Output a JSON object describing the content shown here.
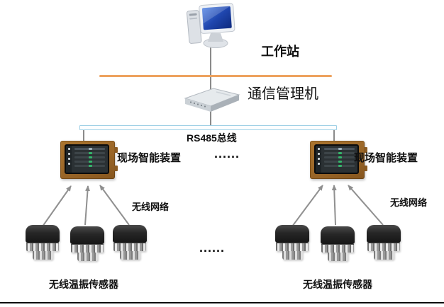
{
  "diagram": {
    "workstation": {
      "label": "工作站",
      "icon": "desktop-computer"
    },
    "comm_manager": {
      "label": "通信管理机",
      "icon": "gateway-device"
    },
    "bus": {
      "label": "RS485总线"
    },
    "field_devices": [
      {
        "label": "现场智能装置"
      },
      {
        "label": "现场智能装置"
      }
    ],
    "wireless_networks": [
      {
        "label": "无线网络"
      },
      {
        "label": "无线网络"
      }
    ],
    "sensor_groups": [
      {
        "label": "无线温振传感器",
        "sensor_count": 3
      },
      {
        "label": "无线温振传感器",
        "sensor_count": 3
      }
    ],
    "ellipsis_between_devices": "......",
    "ellipsis_between_sensors": "......"
  },
  "colors": {
    "workstation_separator": "#EDA25F",
    "bus_outline": "#9FD0E6",
    "connector": "#8F8F8F",
    "device_frame": "#99652A",
    "screen_accent": "#35B56A",
    "bottom_border": "#000000"
  }
}
